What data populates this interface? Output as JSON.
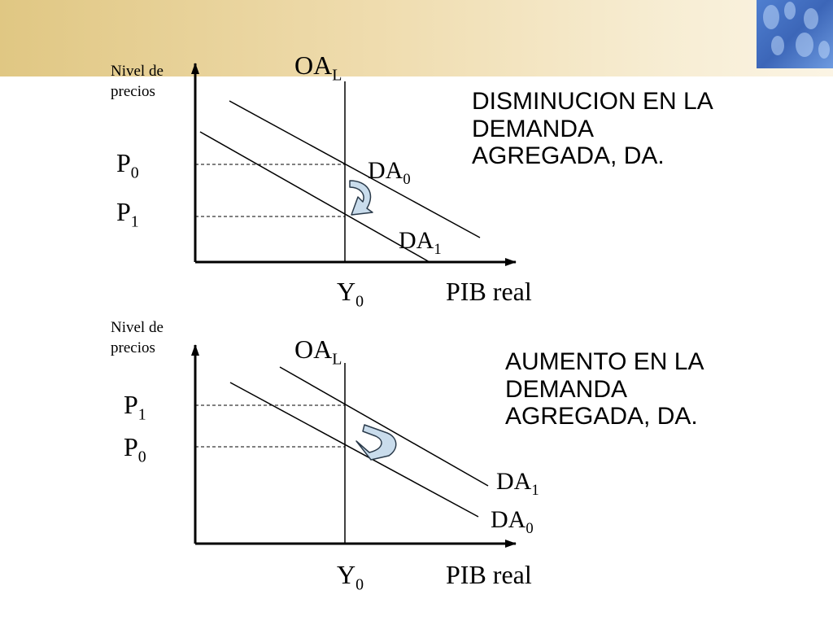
{
  "colors": {
    "axis": "#000000",
    "arrow_fill": "#c9dcec",
    "arrow_stroke": "#2a3a4a"
  },
  "diagrams": [
    {
      "id": "top",
      "y_label": "Nivel de precios",
      "x_label": "PIB real",
      "supply": {
        "base": "OA",
        "sub": "L"
      },
      "output": {
        "base": "Y",
        "sub": "0"
      },
      "price_upper": {
        "base": "P",
        "sub": "0"
      },
      "price_lower": {
        "base": "P",
        "sub": "1"
      },
      "curve_upper": {
        "base": "DA",
        "sub": "0"
      },
      "curve_lower": {
        "base": "DA",
        "sub": "1"
      },
      "caption": "DISMINUCION EN LA\nDEMANDA\nAGREGADA, DA."
    },
    {
      "id": "bottom",
      "y_label": "Nivel de precios",
      "x_label": "PIB real",
      "supply": {
        "base": "OA",
        "sub": "L"
      },
      "output": {
        "base": "Y",
        "sub": "0"
      },
      "price_upper": {
        "base": "P",
        "sub": "1"
      },
      "price_lower": {
        "base": "P",
        "sub": "0"
      },
      "curve_upper": {
        "base": "DA",
        "sub": "1"
      },
      "curve_lower": {
        "base": "DA",
        "sub": "0"
      },
      "caption": "AUMENTO EN LA\nDEMANDA\nAGREGADA, DA."
    }
  ]
}
